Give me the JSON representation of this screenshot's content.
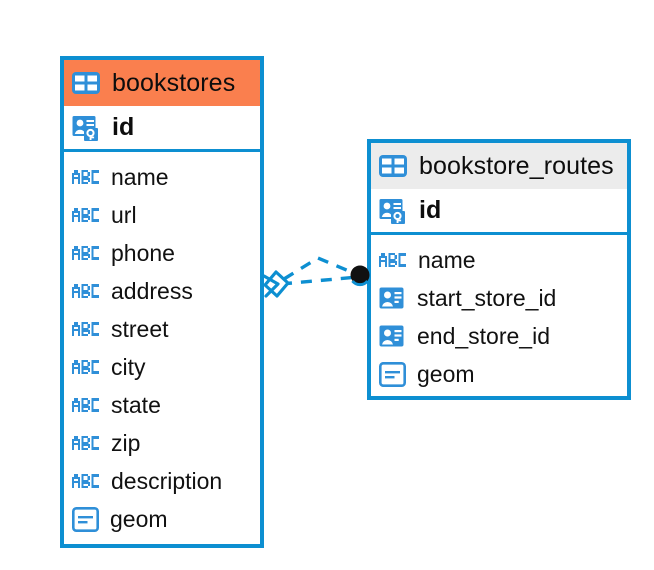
{
  "diagram": {
    "type": "entity-relationship-diagram",
    "background": "#ffffff",
    "accent_blue": "#0d8fd1",
    "accent_orange": "#fa7f4e",
    "accent_gray": "#ececec"
  },
  "tables": [
    {
      "name": "bookstores",
      "header_color": "#fa7f4e",
      "table_icon": "table-icon",
      "primary_key": {
        "label": "id",
        "icon": "primary-key-icon"
      },
      "fields": [
        {
          "label": "name",
          "icon": "abc-text-icon",
          "type": "text"
        },
        {
          "label": "url",
          "icon": "abc-text-icon",
          "type": "text"
        },
        {
          "label": "phone",
          "icon": "abc-text-icon",
          "type": "text"
        },
        {
          "label": "address",
          "icon": "abc-text-icon",
          "type": "text"
        },
        {
          "label": "street",
          "icon": "abc-text-icon",
          "type": "text"
        },
        {
          "label": "city",
          "icon": "abc-text-icon",
          "type": "text"
        },
        {
          "label": "state",
          "icon": "abc-text-icon",
          "type": "text"
        },
        {
          "label": "zip",
          "icon": "abc-text-icon",
          "type": "text"
        },
        {
          "label": "description",
          "icon": "abc-text-icon",
          "type": "text"
        },
        {
          "label": "geom",
          "icon": "geometry-icon",
          "type": "geometry"
        }
      ]
    },
    {
      "name": "bookstore_routes",
      "header_color": "#ececec",
      "table_icon": "table-icon",
      "primary_key": {
        "label": "id",
        "icon": "primary-key-icon"
      },
      "fields": [
        {
          "label": "name",
          "icon": "abc-text-icon",
          "type": "text"
        },
        {
          "label": "start_store_id",
          "icon": "foreign-key-icon",
          "type": "foreign-key"
        },
        {
          "label": "end_store_id",
          "icon": "foreign-key-icon",
          "type": "foreign-key"
        },
        {
          "label": "geom",
          "icon": "geometry-icon",
          "type": "geometry"
        }
      ]
    }
  ],
  "relationship": {
    "from_table": "bookstores",
    "to_table": "bookstore_routes",
    "from_marker": "crows-foot-diamond-marker",
    "to_marker": "filled-circle-marker",
    "line_style": "dashed",
    "line_color": "#0d8fd1"
  }
}
